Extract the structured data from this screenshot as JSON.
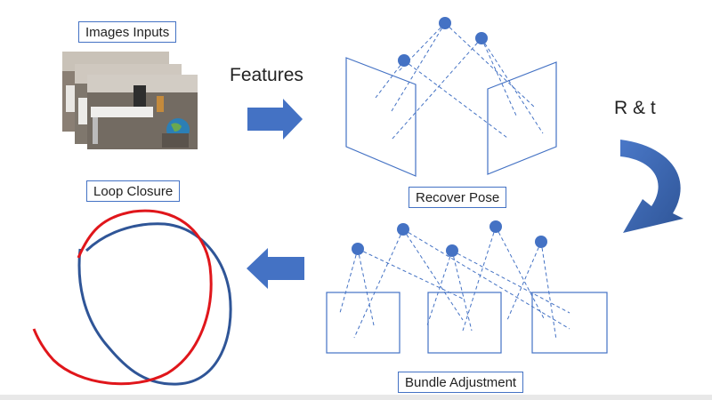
{
  "labels": {
    "images_inputs": "Images Inputs",
    "features": "Features",
    "recover_pose": "Recover Pose",
    "r_and_t": "R & t",
    "loop_closure": "Loop Closure",
    "bundle_adjustment": "Bundle Adjustment"
  },
  "colors": {
    "accent_blue": "#4472c4",
    "point_fill": "#4472c4",
    "loop_red": "#e0161b",
    "loop_blue": "#2f5597"
  }
}
